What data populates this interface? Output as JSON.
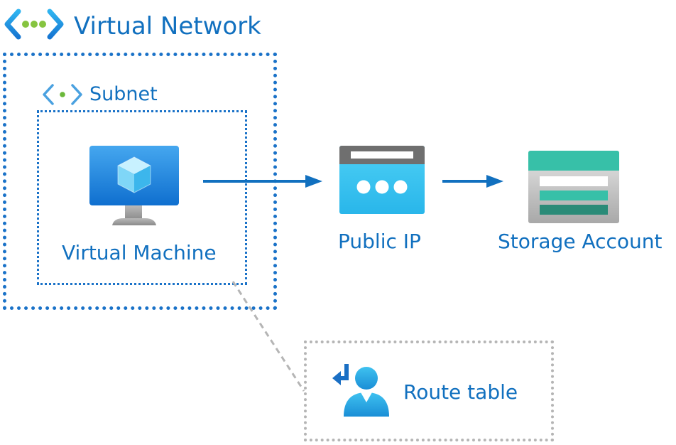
{
  "virtual_network": {
    "title": "Virtual Network",
    "icon": "virtual-network-icon"
  },
  "subnet": {
    "title": "Subnet",
    "icon": "subnet-icon"
  },
  "nodes": {
    "virtual_machine": {
      "label": "Virtual Machine",
      "icon": "virtual-machine-icon"
    },
    "public_ip": {
      "label": "Public IP",
      "icon": "public-ip-icon"
    },
    "storage_account": {
      "label": "Storage Account",
      "icon": "storage-account-icon"
    },
    "route_table": {
      "label": "Route table",
      "icon": "route-table-icon"
    }
  },
  "colors": {
    "primary_blue": "#1170bf",
    "vnet_border": "#1a72c8",
    "route_table_border": "#b5b5b5",
    "storage_teal": "#3dc2ab",
    "ip_cyan": "#40c8ef",
    "dot_green": "#86c440"
  }
}
